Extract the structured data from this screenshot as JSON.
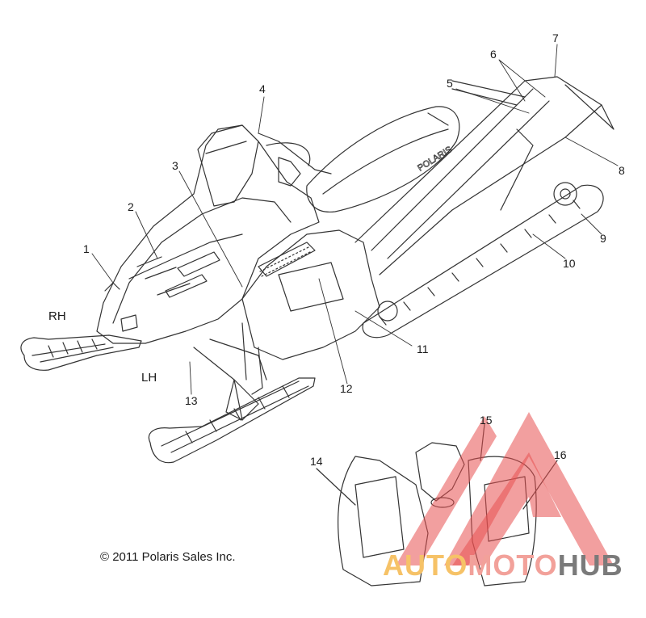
{
  "callouts": [
    "1",
    "2",
    "3",
    "4",
    "5",
    "6",
    "7",
    "8",
    "9",
    "10",
    "11",
    "12",
    "13",
    "14",
    "15",
    "16"
  ],
  "side_labels": {
    "rh": "RH",
    "lh": "LH"
  },
  "copyright": "© 2011 Polaris Sales Inc.",
  "seat_brand": "POLARIS",
  "watermark": {
    "part1": "AUTO",
    "part2": "MOTO",
    "part3": "HUB"
  },
  "colors": {
    "line": "#333333",
    "watermark_red": "#e85050",
    "watermark_orange": "#f6c267",
    "watermark_gray": "#7a7a7a"
  }
}
